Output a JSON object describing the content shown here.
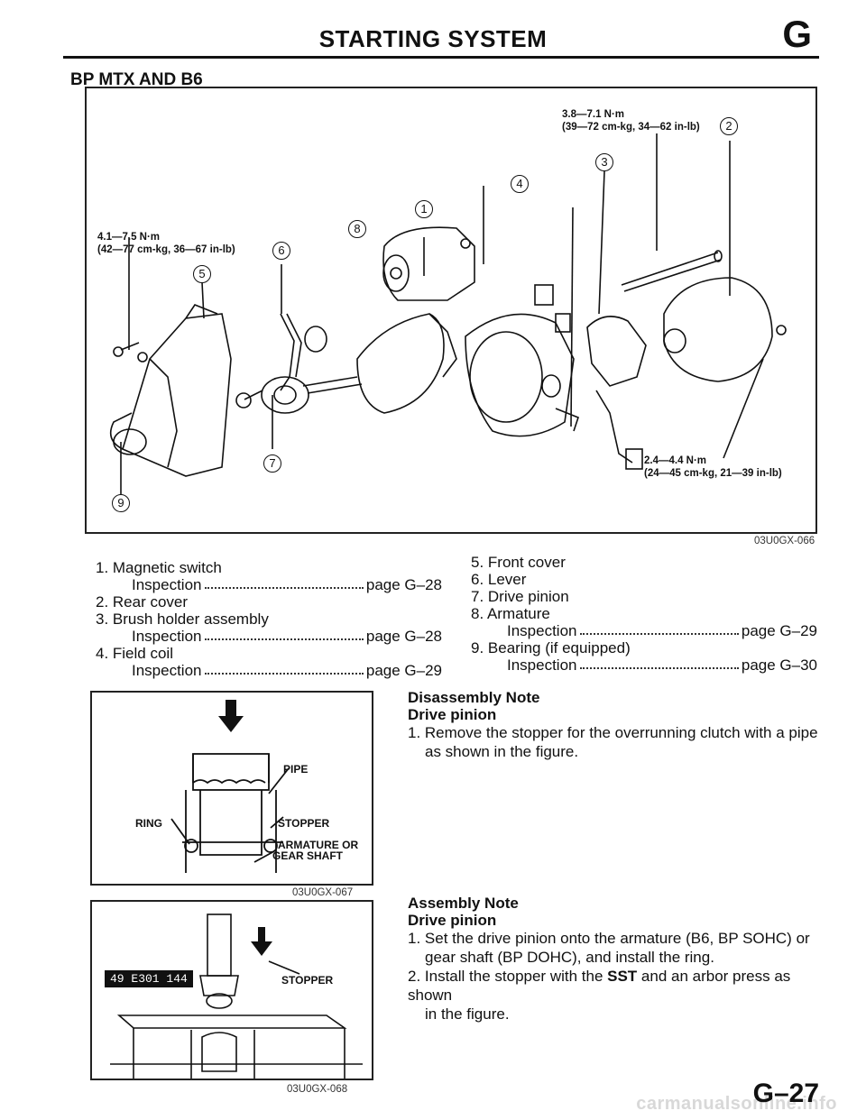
{
  "header": {
    "title": "STARTING SYSTEM",
    "section_letter": "G"
  },
  "section_title": "BP MTX AND B6",
  "figure1": {
    "code": "03U0GX-066",
    "torque_top": "3.8—7.1 N·m\n(39—72 cm-kg, 34—62 in-lb)",
    "torque_left": "4.1—7.5 N·m\n(42—77 cm-kg, 36—67 in-lb)",
    "torque_bottom": "2.4—4.4 N·m\n(24—45 cm-kg, 21—39 in-lb)",
    "callouts": [
      "1",
      "2",
      "3",
      "4",
      "5",
      "6",
      "7",
      "8",
      "9"
    ]
  },
  "parts_list": {
    "left": [
      {
        "text": "1. Magnetic switch"
      },
      {
        "sub": "Inspection",
        "page": "page G–28"
      },
      {
        "text": "2. Rear cover"
      },
      {
        "text": "3. Brush holder assembly"
      },
      {
        "sub": "Inspection",
        "page": "page G–28"
      },
      {
        "text": "4. Field coil"
      },
      {
        "sub": "Inspection",
        "page": "page G–29"
      }
    ],
    "right": [
      {
        "text": "5. Front cover"
      },
      {
        "text": "6. Lever"
      },
      {
        "text": "7. Drive pinion"
      },
      {
        "text": "8. Armature"
      },
      {
        "sub": "Inspection",
        "page": "page G–29"
      },
      {
        "text": "9. Bearing (if equipped)"
      },
      {
        "sub": "Inspection",
        "page": "page G–30"
      }
    ]
  },
  "figure2": {
    "code": "03U0GX-067",
    "labels": {
      "pipe": "PIPE",
      "ring": "RING",
      "stopper": "STOPPER",
      "armature": "ARMATURE OR",
      "gear": "GEAR SHAFT"
    }
  },
  "figure3": {
    "code": "03U0GX-068",
    "sst_tag": "49 E301 144",
    "stopper": "STOPPER"
  },
  "disassembly": {
    "heading": "Disassembly Note",
    "subheading": "Drive pinion",
    "step1_a": "1. Remove the stopper for the overrunning clutch with a pipe",
    "step1_b": "as shown in the figure."
  },
  "assembly": {
    "heading": "Assembly Note",
    "subheading": "Drive pinion",
    "step1_a": "1. Set the drive pinion onto the armature (B6, BP SOHC) or",
    "step1_b": "gear shaft (BP DOHC), and install the ring.",
    "step2_a_pre": "2. Install the stopper with the ",
    "step2_a_bold": "SST",
    "step2_a_post": " and an arbor press as shown",
    "step2_b": "in the figure."
  },
  "footer": {
    "page_number": "G–27",
    "watermark": "carmanualsonline.info"
  }
}
